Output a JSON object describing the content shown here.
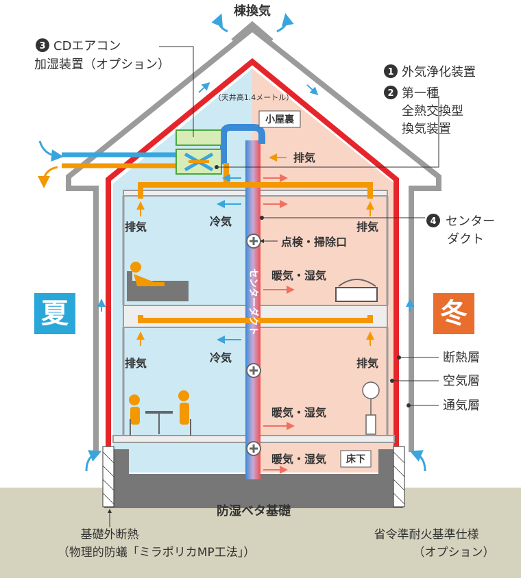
{
  "labels": {
    "roof_vent": "棟換気",
    "cd_aircon_num": "3",
    "cd_aircon": "CDエアコン",
    "humidifier": "加湿装置（オプション）",
    "outdoor_purifier_num": "1",
    "outdoor_purifier": "外気浄化装置",
    "ventilation_num": "2",
    "ventilation_line1": "第一種",
    "ventilation_line2": "全熱交換型",
    "ventilation_line3": "換気装置",
    "ceiling_height": "（天井高1.4メートル）",
    "attic": "小屋裏",
    "exhaust": "排気",
    "cool_air": "冷気",
    "center_duct_num": "4",
    "center_duct_line1": "センター",
    "center_duct_line2": "ダクト",
    "inspection_port": "点検・掃除口",
    "duct_vertical": "センターダクト",
    "warm_humid": "暖気・湿気",
    "summer": "夏",
    "winter": "冬",
    "insulation_layer": "断熱層",
    "air_layer": "空気層",
    "ventilation_layer": "通気層",
    "underfloor": "床下",
    "foundation": "防湿ベタ基礎",
    "ext_insulation_line1": "基礎外断熱",
    "ext_insulation_line2": "（物理的防蟻「ミラポリカMP工法」）",
    "fire_spec_line1": "省令準耐火基準仕様",
    "fire_spec_line2": "（オプション）"
  },
  "colors": {
    "summer_fill": "#cce9f4",
    "winter_fill": "#f9d5c6",
    "red_wall": "#e6252b",
    "gray_shell": "#9b9b9b",
    "orange": "#f39800",
    "blue": "#3aa5dc",
    "summer_badge": "#2aa7d9",
    "winter_badge": "#e96d2c",
    "ground": "#d5d3bd"
  }
}
